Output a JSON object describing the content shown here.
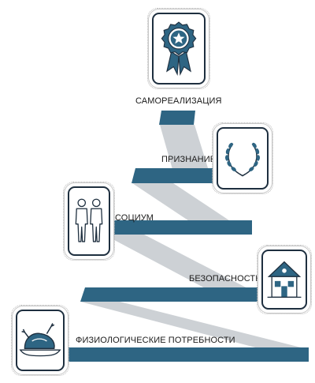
{
  "levels": [
    {
      "label": "САМОРЕАЛИЗАЦИЯ",
      "icon": "rosette-badge-icon"
    },
    {
      "label": "ПРИЗНАНИЕ",
      "icon": "laurel-wreath-icon"
    },
    {
      "label": "СОЦИУМ",
      "icon": "people-pair-icon"
    },
    {
      "label": "БЕЗОПАСНОСТЬ",
      "icon": "house-icon"
    },
    {
      "label": "ФИЗИОЛОГИЧЕСКИЕ  ПОТРЕБНОСТИ",
      "icon": "roast-chicken-icon"
    }
  ],
  "colors": {
    "bar": "#2e6583",
    "band": "#cdd1d5",
    "icon_stroke": "#1e2f3f",
    "icon_fill": "#2e6583"
  }
}
